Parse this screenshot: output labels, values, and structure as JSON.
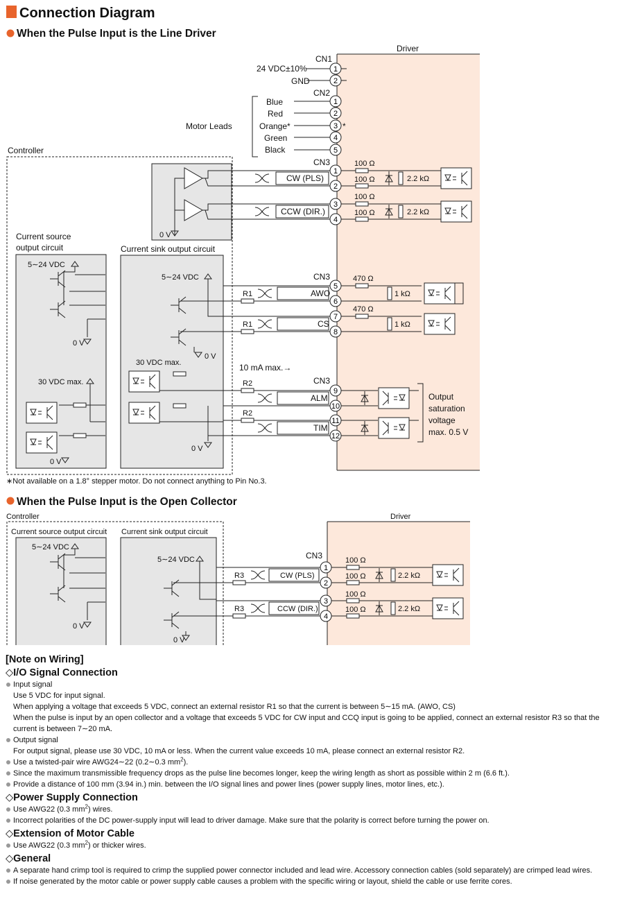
{
  "title": "Connection Diagram",
  "colors": {
    "accent": "#e8642c",
    "driver_fill": "#fde8db",
    "controller_fill": "#e6e6e6"
  },
  "section1": {
    "heading": "When the Pulse Input is the Line Driver",
    "driver_label": "Driver",
    "controller_label": "Controller",
    "cn1": {
      "label": "CN1",
      "power": "24 VDC±10%",
      "gnd": "GND"
    },
    "cn2": {
      "label": "CN2",
      "motor_leads": "Motor Leads",
      "leads": [
        "Blue",
        "Red",
        "Orange*",
        "Green",
        "Black"
      ],
      "star": "*"
    },
    "cn3_label": "CN3",
    "pins": [
      "1",
      "2",
      "3",
      "4",
      "5",
      "6",
      "7",
      "8",
      "9",
      "10",
      "11",
      "12"
    ],
    "signals": {
      "cw": "CW (PLS)",
      "ccw": "CCW (DIR.)",
      "awo": "AWO",
      "cs": "CS",
      "alm": "ALM",
      "tim": "TIM"
    },
    "resistors": {
      "r100": "100 Ω",
      "r2k2": "2.2 kΩ",
      "r470": "470 Ω",
      "r1k": "1 kΩ",
      "r1": "R1",
      "r2": "R2"
    },
    "ov": "0 V",
    "v524": "5∼24 VDC",
    "v30": "30 VDC max.",
    "current_source": "Current source\noutput circuit",
    "current_sink": "Current sink output circuit",
    "current_note": "10 mA max.→",
    "output_note": [
      "Output",
      "saturation",
      "voltage",
      "max. 0.5 V"
    ],
    "footnote": "∗Not available on a 1.8° stepper motor. Do not connect anything to Pin No.3."
  },
  "section2": {
    "heading": "When the Pulse Input is the Open Collector",
    "controller_label": "Controller",
    "driver_label": "Driver",
    "current_source": "Current source output circuit",
    "current_sink": "Current sink output circuit",
    "cn3_label": "CN3",
    "r3": "R3",
    "cw": "CW (PLS)",
    "ccw": "CCW (DIR.)"
  },
  "notes": {
    "title": "[Note on Wiring]",
    "io_title": "I/O Signal Connection",
    "io": {
      "input_title": "Input signal",
      "input_lines": [
        "Use 5 VDC for input signal.",
        "When applying a voltage that exceeds 5 VDC, connect an external resistor R1 so that the current is between 5∼15 mA. (AWO, CS)",
        "When the pulse is input by an open collector and a voltage that exceeds 5 VDC for CW input and CCQ input is going to be applied, connect an external resistor R3 so that the current is between 7∼20 mA."
      ],
      "output_title": "Output signal",
      "output_lines": [
        "For output signal, please use 30 VDC, 10 mA or less. When the current value exceeds 10 mA, please connect an external resistor R2."
      ],
      "twisted_a": "Use a twisted-pair wire AWG24∼22 (0.2∼0.3 mm",
      "twisted_sup": "2",
      "twisted_b": ").",
      "length": "Since the maximum transmissible frequency drops as the pulse line becomes longer, keep the wiring length as short as possible within 2 m (6.6 ft.).",
      "distance": "Provide a distance of 100 mm (3.94 in.) min. between the I/O signal lines and power lines (power supply lines, motor lines, etc.)."
    },
    "power_title": "Power Supply Connection",
    "power": {
      "awg_a": "Use AWG22 (0.3 mm",
      "awg_sup": "2",
      "awg_b": ") wires.",
      "polarity": "Incorrect polarities of the DC power-supply input will lead to driver damage. Make sure that the polarity is correct before turning the power on."
    },
    "motor_title": "Extension of Motor Cable",
    "motor": {
      "awg_a": "Use AWG22 (0.3 mm",
      "awg_sup": "2",
      "awg_b": ") or thicker wires."
    },
    "general_title": "General",
    "general": [
      "A separate hand crimp tool is required to crimp the supplied power connector included and lead wire. Accessory connection cables (sold separately) are crimped lead wires.",
      "If noise generated by the motor cable or power supply cable causes a problem with the specific wiring or layout, shield the cable or use ferrite cores."
    ]
  }
}
